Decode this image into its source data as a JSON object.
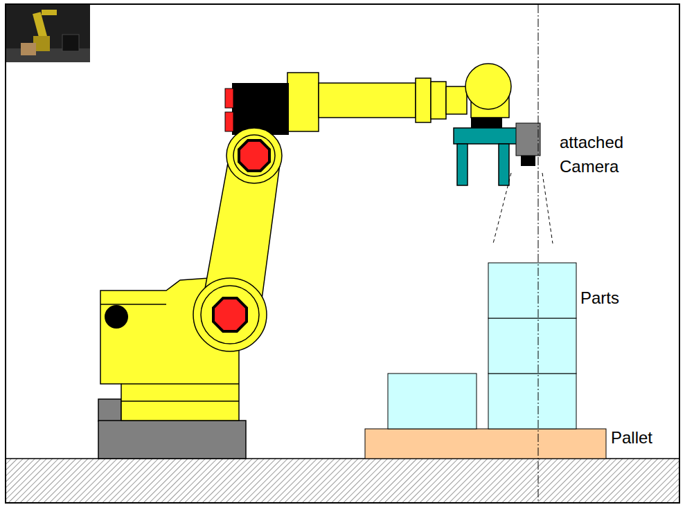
{
  "diagram": {
    "labels": [
      "attached Camera",
      "Parts",
      "Pallet"
    ]
  }
}
